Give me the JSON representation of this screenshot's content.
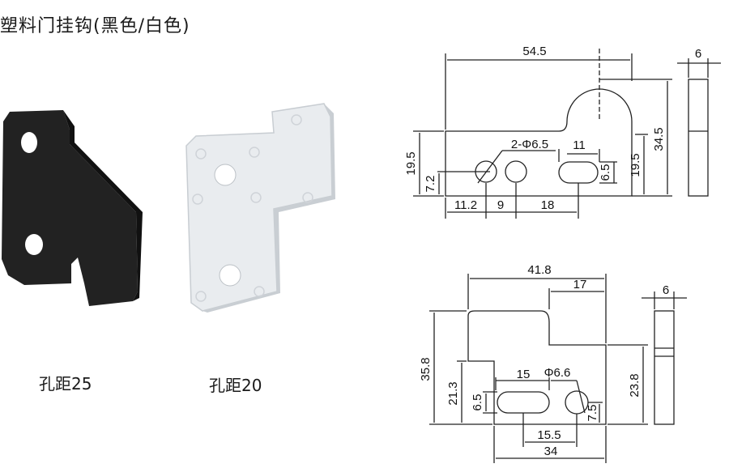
{
  "title": "塑料门挂钩(黑色/白色)",
  "captions": {
    "black": "孔距25",
    "white": "孔距20"
  },
  "colors": {
    "black_part": "#222222",
    "white_part": "#e8ebee",
    "line": "#222222",
    "background": "#ffffff"
  },
  "drawing_top": {
    "width": "54.5",
    "height": "34.5",
    "thickness": "6",
    "left_height": "19.5",
    "right_height": "19.5",
    "hole_center": "7.2",
    "holes": "2-Φ6.5",
    "slot_length": "11",
    "slot_width": "6.5",
    "offset_1": "11.2",
    "pitch": "9",
    "slot_offset": "18"
  },
  "drawing_bottom": {
    "width": "41.8",
    "right_width": "17",
    "thickness": "6",
    "height": "35.8",
    "left_height": "21.3",
    "right_height": "23.8",
    "slot_width": "6.5",
    "slot_length": "15",
    "hole": "Φ6.6",
    "hole_offset": "7.5",
    "pitch": "15.5",
    "base_width": "34"
  }
}
